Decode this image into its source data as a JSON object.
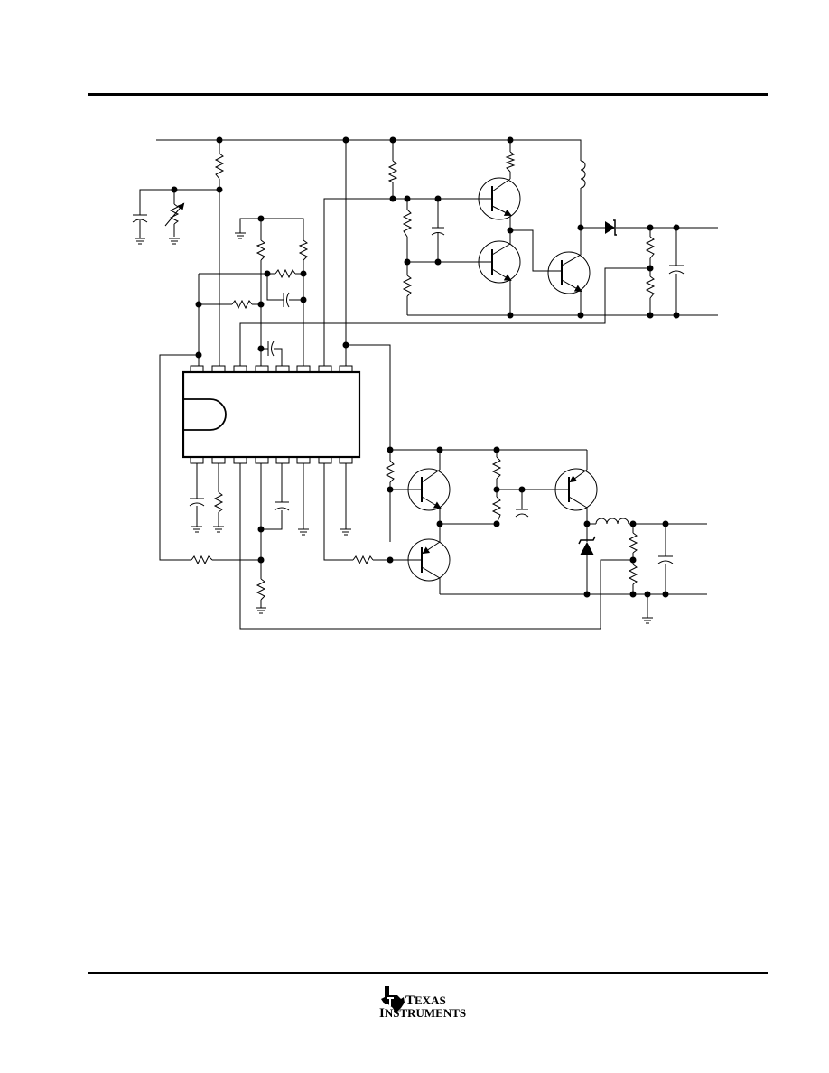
{
  "header": {},
  "figure": {},
  "footer": {
    "logo_line1_initial": "T",
    "logo_line1_rest": "EXAS",
    "logo_line2_initial": "I",
    "logo_line2_rest": "NSTRUMENTS"
  }
}
